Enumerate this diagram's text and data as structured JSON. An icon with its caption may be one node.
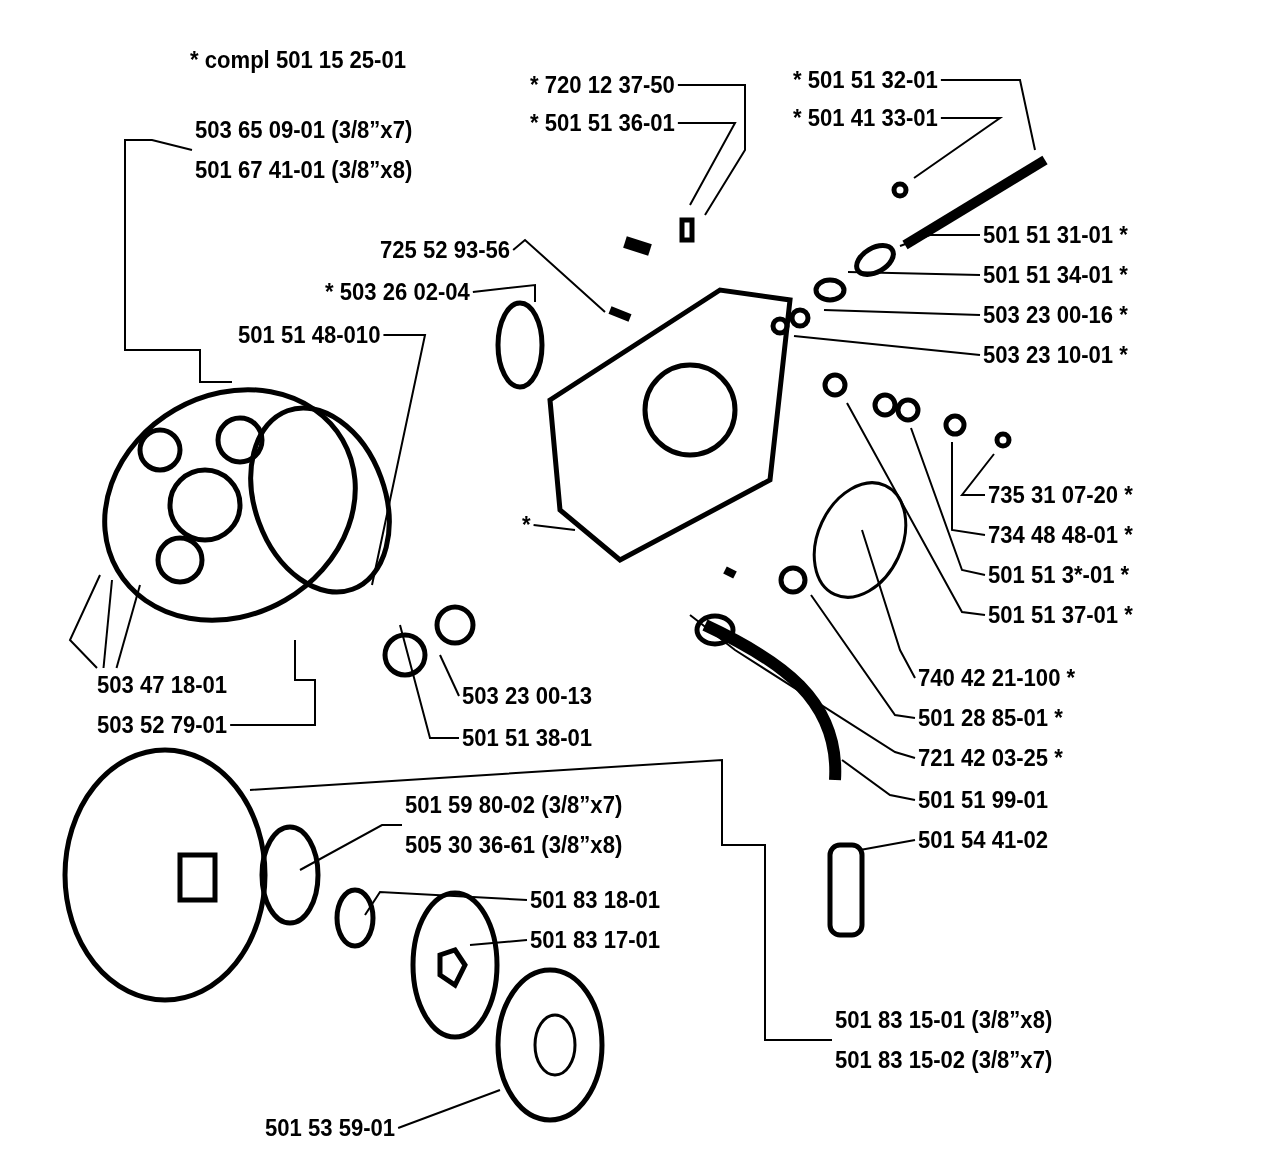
{
  "diagram": {
    "nodes": [
      {
        "text": [
          "* 720 12 37-50"
        ]
      },
      {
        "text": [
          "* 501 51 36-01"
        ]
      },
      {
        "text": [
          "* 501 51 32-01"
        ]
      },
      {
        "text": [
          "* 501 41 33-01"
        ]
      },
      {
        "text": [
          "725 52 93-56"
        ]
      },
      {
        "text": [
          "* 503 26 02-04"
        ]
      },
      {
        "text": [
          "501 51 48-010"
        ]
      },
      {
        "text": [
          "503 65 09-01 (3/8”x7)",
          "501 67 41-01 (3/8”x8)"
        ]
      },
      {
        "text": [
          "501 51 31-01 *"
        ]
      },
      {
        "text": [
          "501 51 34-01 *"
        ]
      },
      {
        "text": [
          "503 23 00-16 *"
        ]
      },
      {
        "text": [
          "503 23 10-01 *"
        ]
      },
      {
        "text": [
          "735 31 07-20 *"
        ]
      },
      {
        "text": [
          "734 48 48-01 *"
        ]
      },
      {
        "text": [
          "501 51 3*-01 *"
        ]
      },
      {
        "text": [
          "501 51 37-01 *"
        ]
      },
      {
        "text": [
          "740 42 21-100 *"
        ]
      },
      {
        "text": [
          "501 28 85-01 *"
        ]
      },
      {
        "text": [
          "721 42 03-25 *"
        ]
      },
      {
        "text": [
          "501 51 99-01"
        ]
      },
      {
        "text": [
          "501 54 41-02"
        ]
      },
      {
        "text": [
          "*"
        ]
      },
      {
        "text": [
          "503 47 18-01"
        ]
      },
      {
        "text": [
          "503 52 79-01"
        ]
      },
      {
        "text": [
          "503 23 00-13"
        ]
      },
      {
        "text": [
          "501 51 38-01"
        ]
      },
      {
        "text": [
          "501 59 80-02 (3/8”x7)",
          "505 30 36-61 (3/8”x8)"
        ]
      },
      {
        "text": [
          "501 83 18-01"
        ]
      },
      {
        "text": [
          "501 83 17-01"
        ]
      },
      {
        "text": [
          "501 83 15-01 (3/8”x8)",
          "501 83 15-02 (3/8”x7)"
        ]
      },
      {
        "text": [
          "501 53 59-01"
        ]
      }
    ],
    "edges": [
      {
        "from": 0,
        "to": null,
        "arrow": "none"
      },
      {
        "from": 1,
        "to": null,
        "arrow": "none"
      },
      {
        "from": 2,
        "to": null,
        "arrow": "none"
      },
      {
        "from": 3,
        "to": null,
        "arrow": "none"
      },
      {
        "from": 4,
        "to": null,
        "arrow": "none"
      },
      {
        "from": 5,
        "to": null,
        "arrow": "none"
      },
      {
        "from": 6,
        "to": null,
        "arrow": "none"
      },
      {
        "from": 7,
        "to": null,
        "arrow": "none"
      },
      {
        "from": 8,
        "to": null,
        "arrow": "none"
      },
      {
        "from": 9,
        "to": null,
        "arrow": "none"
      },
      {
        "from": 10,
        "to": null,
        "arrow": "none"
      },
      {
        "from": 11,
        "to": null,
        "arrow": "none"
      },
      {
        "from": 12,
        "to": null,
        "arrow": "none"
      },
      {
        "from": 13,
        "to": null,
        "arrow": "none"
      },
      {
        "from": 14,
        "to": null,
        "arrow": "none"
      },
      {
        "from": 15,
        "to": null,
        "arrow": "none"
      },
      {
        "from": 16,
        "to": null,
        "arrow": "none"
      },
      {
        "from": 17,
        "to": null,
        "arrow": "none"
      },
      {
        "from": 18,
        "to": null,
        "arrow": "none"
      },
      {
        "from": 19,
        "to": null,
        "arrow": "none"
      },
      {
        "from": 20,
        "to": null,
        "arrow": "none"
      },
      {
        "from": 21,
        "to": null,
        "arrow": "none"
      },
      {
        "from": 22,
        "to": null,
        "arrow": "none"
      },
      {
        "from": 22,
        "to": null,
        "arrow": "none"
      },
      {
        "from": 22,
        "to": null,
        "arrow": "none"
      },
      {
        "from": 23,
        "to": null,
        "arrow": "none"
      },
      {
        "from": 24,
        "to": null,
        "arrow": "none"
      },
      {
        "from": 25,
        "to": null,
        "arrow": "none"
      },
      {
        "from": 26,
        "to": null,
        "arrow": "none"
      },
      {
        "from": 27,
        "to": null,
        "arrow": "none"
      },
      {
        "from": 28,
        "to": null,
        "arrow": "none"
      },
      {
        "from": 29,
        "to": null,
        "arrow": "none"
      },
      {
        "from": 30,
        "to": null,
        "arrow": "none"
      }
    ],
    "labels": [
      "* compl 501 15 25-01"
    ]
  }
}
